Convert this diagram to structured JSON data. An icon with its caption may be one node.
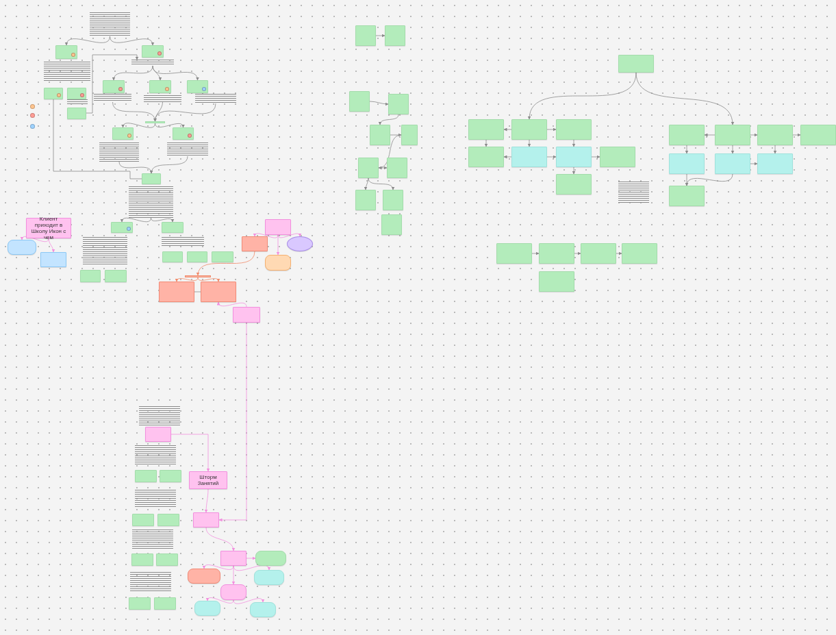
{
  "diagram": {
    "nodes": [
      {
        "text": [],
        "shape": "picture"
      },
      {
        "text": [],
        "shape": "box"
      },
      {
        "text": [],
        "shape": "box"
      },
      {
        "text": [],
        "shape": "picture"
      },
      {
        "text": [],
        "shape": "picture"
      },
      {
        "text": [],
        "shape": "box"
      },
      {
        "text": [],
        "shape": "box"
      },
      {
        "text": [],
        "shape": "picture"
      },
      {
        "text": [],
        "shape": "box"
      },
      {
        "text": [],
        "shape": "box"
      },
      {
        "text": [],
        "shape": "box"
      },
      {
        "text": [],
        "shape": "box"
      },
      {
        "text": [],
        "shape": "picture"
      },
      {
        "text": [],
        "shape": "picture"
      },
      {
        "text": [],
        "shape": "picture"
      },
      {
        "text": [],
        "shape": "bar"
      },
      {
        "text": [],
        "shape": "box"
      },
      {
        "text": [],
        "shape": "box"
      },
      {
        "text": [],
        "shape": "picture"
      },
      {
        "text": [],
        "shape": "picture"
      },
      {
        "text": [],
        "shape": "box"
      },
      {
        "text": [],
        "shape": "picture"
      },
      {
        "text": [],
        "shape": "box"
      },
      {
        "text": [],
        "shape": "box"
      },
      {
        "text": [],
        "shape": "picture"
      },
      {
        "text": [],
        "shape": "picture"
      },
      {
        "text": [],
        "shape": "box"
      },
      {
        "text": [],
        "shape": "box"
      },
      {
        "text": [],
        "shape": "box"
      },
      {
        "text": [],
        "shape": "box"
      },
      {
        "text": [],
        "shape": "box"
      },
      {
        "text": [
          "Клиент приходит в Школу Икон с чем"
        ]
      },
      {
        "text": [],
        "shape": "box"
      },
      {
        "text": [],
        "shape": "box"
      },
      {
        "text": [],
        "shape": "box"
      },
      {
        "text": [],
        "shape": "box"
      },
      {
        "text": [],
        "shape": "ellipse"
      },
      {
        "text": [],
        "shape": "box"
      },
      {
        "text": [],
        "shape": "bar"
      },
      {
        "text": [],
        "shape": "box"
      },
      {
        "text": [],
        "shape": "box"
      },
      {
        "text": [],
        "shape": "box"
      },
      {
        "text": [],
        "shape": "picture"
      },
      {
        "text": [],
        "shape": "box"
      },
      {
        "text": [],
        "shape": "picture"
      },
      {
        "text": [],
        "shape": "box"
      },
      {
        "text": [],
        "shape": "box"
      },
      {
        "text": [
          "Шторм Занятий"
        ]
      },
      {
        "text": [],
        "shape": "picture"
      },
      {
        "text": [],
        "shape": "box"
      },
      {
        "text": [],
        "shape": "box"
      },
      {
        "text": [],
        "shape": "box"
      },
      {
        "text": [],
        "shape": "picture"
      },
      {
        "text": [],
        "shape": "box"
      },
      {
        "text": [],
        "shape": "box"
      },
      {
        "text": [],
        "shape": "box"
      },
      {
        "text": [],
        "shape": "box"
      },
      {
        "text": [],
        "shape": "box"
      },
      {
        "text": [],
        "shape": "box"
      },
      {
        "text": [],
        "shape": "box"
      },
      {
        "text": [],
        "shape": "box"
      },
      {
        "text": [],
        "shape": "box"
      },
      {
        "text": [],
        "shape": "picture"
      },
      {
        "text": [],
        "shape": "box"
      },
      {
        "text": [],
        "shape": "box"
      },
      {
        "text": [],
        "shape": "box"
      },
      {
        "text": [],
        "shape": "box"
      },
      {
        "text": [],
        "shape": "box"
      },
      {
        "text": [],
        "shape": "box"
      },
      {
        "text": [],
        "shape": "box"
      },
      {
        "text": [],
        "shape": "box"
      },
      {
        "text": [],
        "shape": "box"
      },
      {
        "text": [],
        "shape": "box"
      },
      {
        "text": [],
        "shape": "box"
      },
      {
        "text": [],
        "shape": "box"
      },
      {
        "text": [],
        "shape": "box"
      },
      {
        "text": [],
        "shape": "box"
      },
      {
        "text": [],
        "shape": "box"
      },
      {
        "text": [],
        "shape": "box"
      },
      {
        "text": [],
        "shape": "box"
      },
      {
        "text": [],
        "shape": "box"
      },
      {
        "text": [],
        "shape": "box"
      },
      {
        "text": [],
        "shape": "box"
      },
      {
        "text": [],
        "shape": "box"
      },
      {
        "text": [],
        "shape": "box"
      },
      {
        "text": [],
        "shape": "picture"
      },
      {
        "text": [],
        "shape": "box"
      },
      {
        "text": [],
        "shape": "box"
      },
      {
        "text": [],
        "shape": "box"
      },
      {
        "text": [],
        "shape": "box"
      },
      {
        "text": [],
        "shape": "box"
      },
      {
        "text": [],
        "shape": "box"
      },
      {
        "text": [],
        "shape": "box"
      },
      {
        "text": [],
        "shape": "box"
      },
      {
        "text": [],
        "shape": "box"
      },
      {
        "text": [],
        "shape": "box"
      },
      {
        "text": [],
        "shape": "box"
      },
      {
        "text": [],
        "shape": "box"
      },
      {
        "text": [],
        "shape": "box"
      }
    ],
    "edges": [
      {
        "from": 0,
        "to": 1,
        "arrow": "to"
      },
      {
        "from": 0,
        "to": 2,
        "arrow": "to"
      },
      {
        "from": 4,
        "to": 9,
        "arrow": "to"
      },
      {
        "from": 4,
        "to": 10,
        "arrow": "to"
      },
      {
        "from": 4,
        "to": 11,
        "arrow": "to"
      },
      {
        "from": 8,
        "to": 4,
        "arrow": "to"
      },
      {
        "from": 12,
        "to": 15,
        "arrow": "to"
      },
      {
        "from": 13,
        "to": 15,
        "arrow": "to"
      },
      {
        "from": 14,
        "to": 15,
        "arrow": "to"
      },
      {
        "from": 15,
        "to": 16,
        "arrow": "to"
      },
      {
        "from": 15,
        "to": 17,
        "arrow": "to"
      },
      {
        "from": 18,
        "to": 20,
        "arrow": "to"
      },
      {
        "from": 19,
        "to": 20,
        "arrow": "to"
      },
      {
        "from": 5,
        "to": 20,
        "arrow": "none"
      },
      {
        "from": 21,
        "to": 22,
        "arrow": "to"
      },
      {
        "from": 21,
        "to": 23,
        "arrow": "to"
      },
      {
        "from": 31,
        "to": 32,
        "arrow": "to",
        "color": "#f28fde"
      },
      {
        "from": 31,
        "to": 33,
        "arrow": "to",
        "color": "#f28fde"
      },
      {
        "from": 34,
        "to": 35,
        "arrow": "to",
        "color": "#f28fde"
      },
      {
        "from": 34,
        "to": 36,
        "arrow": "to",
        "color": "#f28fde"
      },
      {
        "from": 34,
        "to": 37,
        "arrow": "to",
        "color": "#f28fde"
      },
      {
        "from": 35,
        "to": 38,
        "arrow": "to",
        "color": "#f08a6a"
      },
      {
        "from": 38,
        "to": 39,
        "arrow": "to",
        "color": "#f08a6a"
      },
      {
        "from": 38,
        "to": 40,
        "arrow": "to",
        "color": "#f08a6a"
      },
      {
        "from": 39,
        "to": 40,
        "arrow": "none"
      },
      {
        "from": 41,
        "to": 40,
        "arrow": "to",
        "color": "#f28fde"
      },
      {
        "from": 41,
        "to": 51,
        "arrow": "to",
        "color": "#f28fde"
      },
      {
        "from": 43,
        "to": 47,
        "arrow": "to",
        "color": "#f28fde"
      },
      {
        "from": 47,
        "to": 51,
        "arrow": "to",
        "color": "#f28fde"
      },
      {
        "from": 51,
        "to": 55,
        "arrow": "to",
        "color": "#f28fde"
      },
      {
        "from": 55,
        "to": 56,
        "arrow": "to",
        "color": "#f28fde"
      },
      {
        "from": 55,
        "to": 57,
        "arrow": "to",
        "color": "#f28fde"
      },
      {
        "from": 55,
        "to": 58,
        "arrow": "to",
        "color": "#f28fde"
      },
      {
        "from": 55,
        "to": 59,
        "arrow": "to",
        "color": "#f28fde"
      },
      {
        "from": 59,
        "to": 60,
        "arrow": "to",
        "color": "#f28fde"
      },
      {
        "from": 59,
        "to": 61,
        "arrow": "to",
        "color": "#f28fde"
      },
      {
        "from": 65,
        "to": 66,
        "arrow": "to"
      },
      {
        "from": 67,
        "to": 68,
        "arrow": "to"
      },
      {
        "from": 68,
        "to": 69,
        "arrow": "to"
      },
      {
        "from": 69,
        "to": 70,
        "arrow": "to"
      },
      {
        "from": 70,
        "to": 71,
        "arrow": "to"
      },
      {
        "from": 71,
        "to": 72,
        "arrow": "to"
      },
      {
        "from": 71,
        "to": 73,
        "arrow": "to"
      },
      {
        "from": 71,
        "to": 74,
        "arrow": "to"
      },
      {
        "from": 76,
        "to": 78,
        "arrow": "to"
      },
      {
        "from": 76,
        "to": 87,
        "arrow": "to"
      },
      {
        "from": 78,
        "to": 77,
        "arrow": "to"
      },
      {
        "from": 78,
        "to": 79,
        "arrow": "to"
      },
      {
        "from": 77,
        "to": 80,
        "arrow": "to"
      },
      {
        "from": 78,
        "to": 81,
        "arrow": "to"
      },
      {
        "from": 79,
        "to": 82,
        "arrow": "to"
      },
      {
        "from": 81,
        "to": 80,
        "arrow": "to"
      },
      {
        "from": 81,
        "to": 82,
        "arrow": "to"
      },
      {
        "from": 82,
        "to": 83,
        "arrow": "to"
      },
      {
        "from": 82,
        "to": 84,
        "arrow": "to"
      },
      {
        "from": 87,
        "to": 86,
        "arrow": "to"
      },
      {
        "from": 87,
        "to": 88,
        "arrow": "to"
      },
      {
        "from": 88,
        "to": 89,
        "arrow": "to"
      },
      {
        "from": 86,
        "to": 90,
        "arrow": "to"
      },
      {
        "from": 87,
        "to": 91,
        "arrow": "to"
      },
      {
        "from": 88,
        "to": 92,
        "arrow": "to"
      },
      {
        "from": 91,
        "to": 92,
        "arrow": "to"
      },
      {
        "from": 90,
        "to": 93,
        "arrow": "to"
      },
      {
        "from": 91,
        "to": 93,
        "arrow": "to"
      },
      {
        "from": 94,
        "to": 95,
        "arrow": "to"
      },
      {
        "from": 95,
        "to": 96,
        "arrow": "to"
      },
      {
        "from": 96,
        "to": 97,
        "arrow": "to"
      }
    ]
  }
}
